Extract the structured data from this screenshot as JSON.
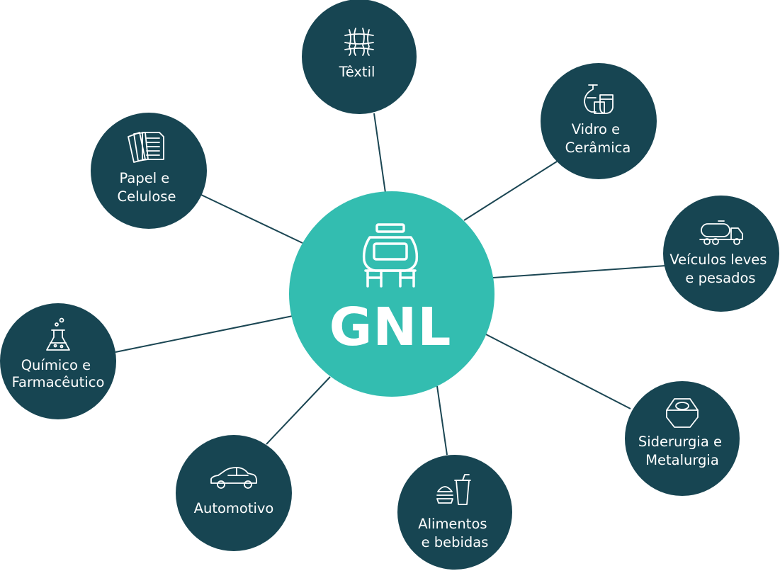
{
  "hub": {
    "label": "GNL",
    "icon": "lng-tank-icon",
    "color": "#33bdb0"
  },
  "node_color": "#174552",
  "nodes": [
    {
      "id": "textil",
      "lines": [
        "Têxtil"
      ],
      "icon": "fabric-weave-icon"
    },
    {
      "id": "vidro-ceramica",
      "lines": [
        "Vidro e",
        "Cerâmica"
      ],
      "icon": "pottery-vase-icon"
    },
    {
      "id": "veiculos",
      "lines": [
        "Veículos leves",
        "e pesados"
      ],
      "icon": "tanker-truck-icon"
    },
    {
      "id": "siderurgia",
      "lines": [
        "Siderurgia e",
        "Metalurgia"
      ],
      "icon": "hex-nut-icon"
    },
    {
      "id": "alimentos",
      "lines": [
        "Alimentos",
        "e bebidas"
      ],
      "icon": "burger-drink-icon"
    },
    {
      "id": "automotivo",
      "lines": [
        "Automotivo"
      ],
      "icon": "car-icon"
    },
    {
      "id": "quimico",
      "lines": [
        "Químico e",
        "Farmacêutico"
      ],
      "icon": "flask-icon"
    },
    {
      "id": "papel",
      "lines": [
        "Papel e",
        "Celulose"
      ],
      "icon": "paper-stack-icon"
    }
  ]
}
